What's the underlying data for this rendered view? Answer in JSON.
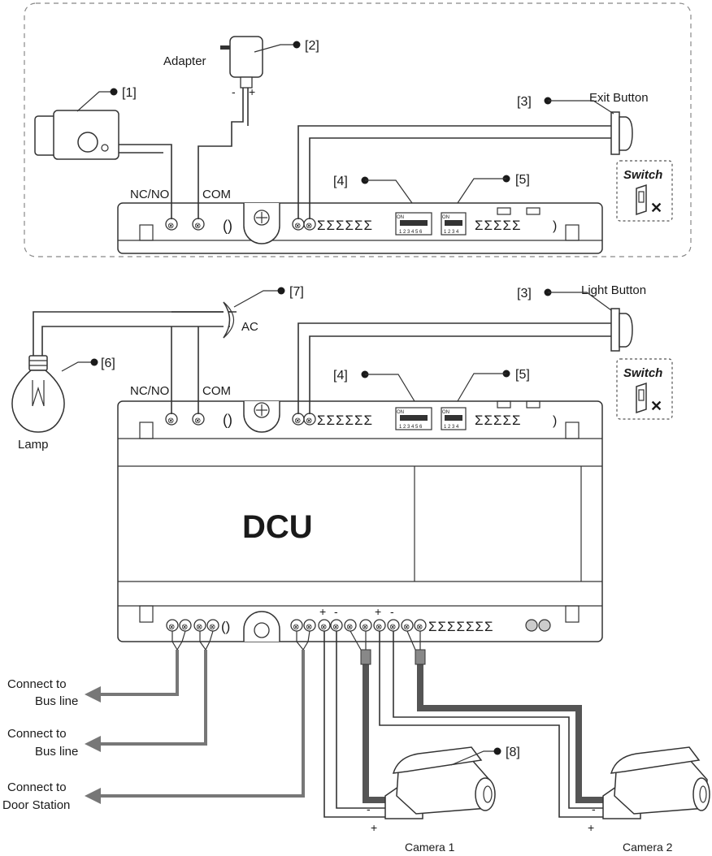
{
  "top_section": {
    "adapter_label": "Adapter",
    "adapter_minus": "-",
    "adapter_plus": "+",
    "ref1": "[1]",
    "ref2": "[2]",
    "ref3": "[3]",
    "ref4": "[4]",
    "ref5": "[5]",
    "button_label": "Exit Button",
    "nc_no": "NC/NO",
    "com": "COM",
    "switch_label": "Switch"
  },
  "bottom_section": {
    "ref3": "[3]",
    "ref4": "[4]",
    "ref5": "[5]",
    "ref6": "[6]",
    "ref7": "[7]",
    "ref8": "[8]",
    "ac_label": "AC",
    "button_label": "Light Button",
    "nc_no": "NC/NO",
    "com": "COM",
    "lamp_label": "Lamp",
    "switch_label": "Switch",
    "dcu_label": "DCU",
    "plus": "+",
    "minus": "-"
  },
  "connections": [
    {
      "line1": "Connect to",
      "line2": "Bus line"
    },
    {
      "line1": "Connect to",
      "line2": "Bus line"
    },
    {
      "line1": "Connect to",
      "line2": "Door Station"
    }
  ],
  "dip_switch": {
    "on": "ON",
    "six_nums": "1 2 3 4 5 6",
    "four_nums": "1 2 3 4"
  },
  "cameras": [
    {
      "name": "Camera 1"
    },
    {
      "name": "Camera 2"
    }
  ]
}
